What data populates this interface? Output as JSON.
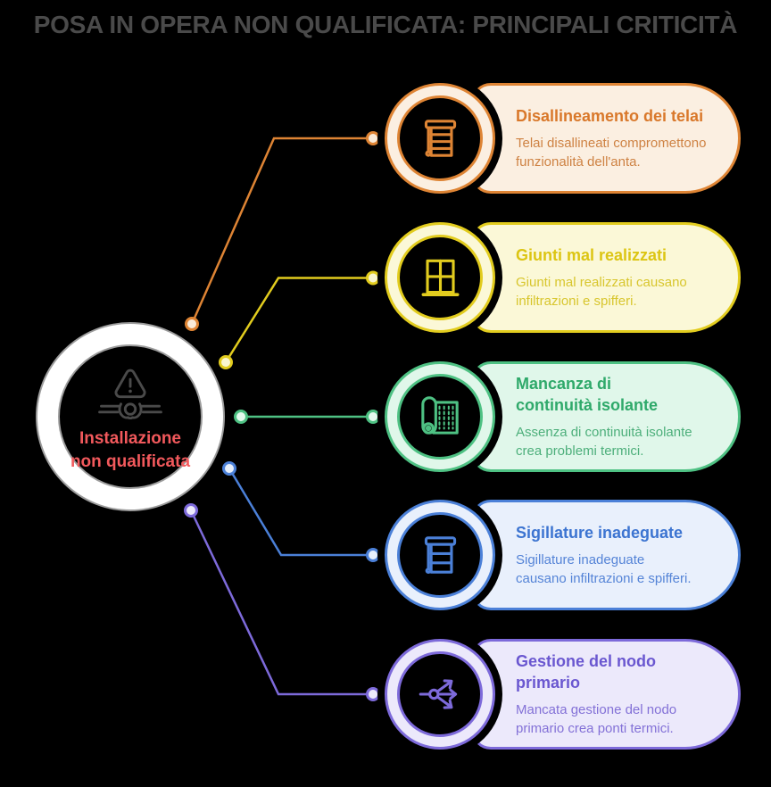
{
  "title": "POSA IN OPERA NON QUALIFICATA: PRINCIPALI CRITICITÀ",
  "title_color": "#4A4A4A",
  "background_color": "#000000",
  "center": {
    "label": "Installazione non qualificata",
    "label_lines": [
      "Installazione",
      "non qualificata"
    ],
    "icon": "faulty-installation-warning-icon",
    "colors": {
      "ring_fill": "#FFFFFF",
      "ring_border": "#9C9C9C",
      "icon": "#4A4A4A",
      "label": "#F2595C"
    }
  },
  "items": [
    {
      "title": "Disallineamento dei telai",
      "description": "Telai disallineati compromettono funzionalità dell'anta.",
      "icon": "roller-shutter-icon",
      "colors": {
        "border": "#DE8434",
        "fill": "#FBEFE1",
        "title": "#D9782A",
        "body": "#CE8243",
        "dot_fill": "#FAEBD9"
      }
    },
    {
      "title": "Giunti mal realizzati",
      "description": "Giunti mal realizzati causano infiltrazioni e spifferi.",
      "icon": "window-frame-icon",
      "colors": {
        "border": "#E2CC1E",
        "fill": "#FBF8D7",
        "title": "#DCC513",
        "body": "#D8C62E",
        "dot_fill": "#FAF6CF"
      }
    },
    {
      "title": "Mancanza di continuità isolante",
      "description": "Assenza di continuità isolante crea problemi termici.",
      "icon": "insulation-roll-icon",
      "colors": {
        "border": "#4EC183",
        "fill": "#E0F7EA",
        "title": "#2FA96A",
        "body": "#4DAF7B",
        "dot_fill": "#E4FAEE"
      }
    },
    {
      "title": "Sigillature inadeguate",
      "description": "Sigillature inadeguate causano infiltrazioni e spifferi.",
      "icon": "window-shutter-icon",
      "colors": {
        "border": "#4B80D8",
        "fill": "#E9F0FC",
        "title": "#3C74D1",
        "body": "#5584D7",
        "dot_fill": "#E7EFFB"
      }
    },
    {
      "title": "Gestione del nodo primario",
      "description": "Mancata gestione del nodo primario crea ponti termici.",
      "icon": "branch-node-icon",
      "colors": {
        "border": "#7D6ADA",
        "fill": "#ECE9FB",
        "title": "#6A57D0",
        "body": "#8371D7",
        "dot_fill": "#EDEAFB"
      }
    }
  ]
}
